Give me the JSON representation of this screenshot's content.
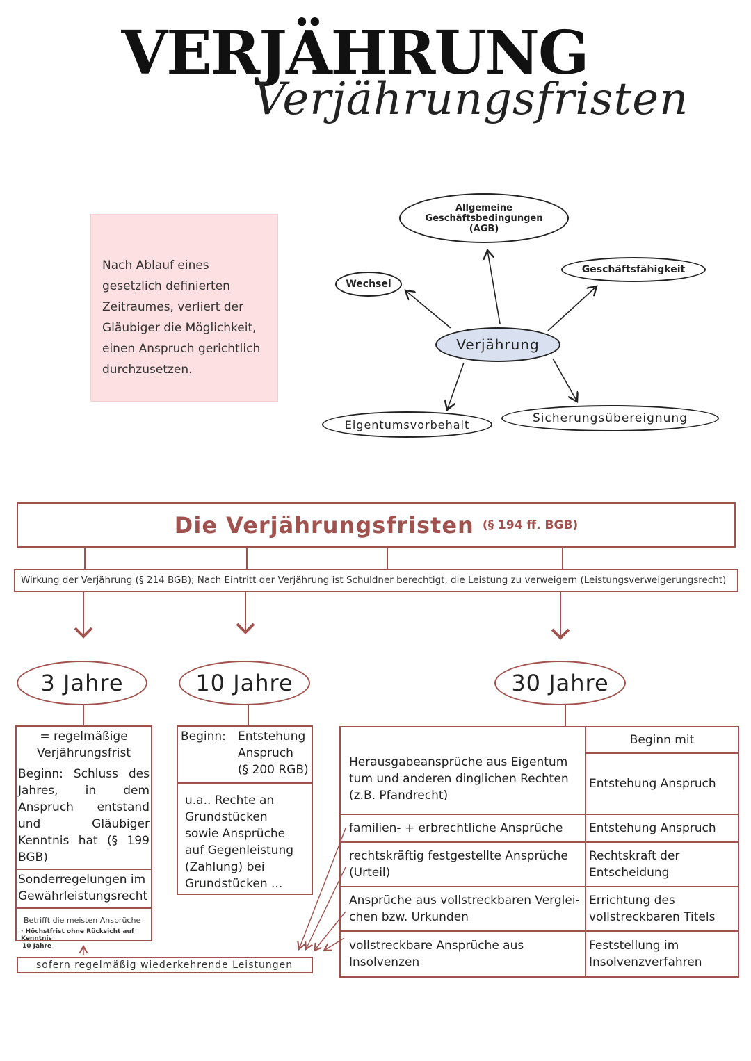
{
  "title": "VERJÄHRUNG",
  "subtitle": "Verjährungsfristen",
  "definition": "Nach Ablauf eines gesetzlich definierten Zeitraumes, verliert der Gläubiger die Möglichkeit, einen Anspruch gerichtlich durchzusetzen.",
  "mindmap": {
    "center": "Verjährung",
    "agb_line1": "Allgemeine",
    "agb_line2": "Geschäftsbedingungen",
    "agb_line3": "(AGB)",
    "wechsel": "Wechsel",
    "geschaeftsfaehigkeit": "Geschäftsfähigkeit",
    "eigentumsvorbehalt": "Eigentumsvorbehalt",
    "sicherungsuebereignung": "Sicherungsübereignung"
  },
  "header": {
    "main": "Die Verjährungsfristen",
    "sub": "(§ 194 ff. BGB)"
  },
  "effect": "Wirkung der Verjährung (§ 214 BGB); Nach Eintritt der Verjährung ist Schuldner berechtigt, die Leistung zu verweigern (Leistungsverweigerungsrecht)",
  "periods": {
    "three": {
      "label": "3 Jahre",
      "title_line1": "= regelmäßige",
      "title_line2": "Verjährungsfrist",
      "beginn": "Beginn: Schluss des Jahres, in dem Anspruch entstand und Gläubiger Kenntnis hat (§ 199 BGB)",
      "sonder": "Sonderregelungen im Gewährleistungsrecht",
      "small1": "Betrifft die meisten Ansprüche",
      "small2": "· Höchstfrist ohne Rücksicht auf Kenntnis",
      "small3": "10 Jahre"
    },
    "ten": {
      "label": "10 Jahre",
      "beginn_label": "Beginn:",
      "beginn_line1": "Entstehung",
      "beginn_line2": "Anspruch",
      "beginn_line3": "(§ 200 RGB)",
      "body": "u.a.. Rechte an Grundstücken sowie Ansprüche auf Gegenleistung (Zahlung) bei Grundstücken ..."
    },
    "thirty": {
      "label": "30 Jahre",
      "header_right": "Beginn mit",
      "rows": [
        {
          "left": "Herausgabeansprüche aus Eigentum tum und anderen dinglichen Rechten (z.B. Pfandrecht)",
          "right": "Entstehung Anspruch"
        },
        {
          "left": "familien- + erbrechtliche Ansprüche",
          "right": "Entstehung Anspruch"
        },
        {
          "left": "rechtskräftig festgestellte Ansprüche (Urteil)",
          "right": "Rechtskraft der Entscheidung"
        },
        {
          "left": "Ansprüche aus vollstreckbaren Verglei-chen bzw. Urkunden",
          "right": "Errichtung des vollstreckbaren Titels"
        },
        {
          "left": "vollstreckbare Ansprüche aus Insolvenzen",
          "right": "Feststellung im Insolvenzverfahren"
        }
      ]
    }
  },
  "note": "sofern regelmäßig wiederkehrende Leistungen",
  "colors": {
    "accent": "#a0524f",
    "pink": "#fde0e1",
    "center_fill": "#d9e0ef"
  }
}
